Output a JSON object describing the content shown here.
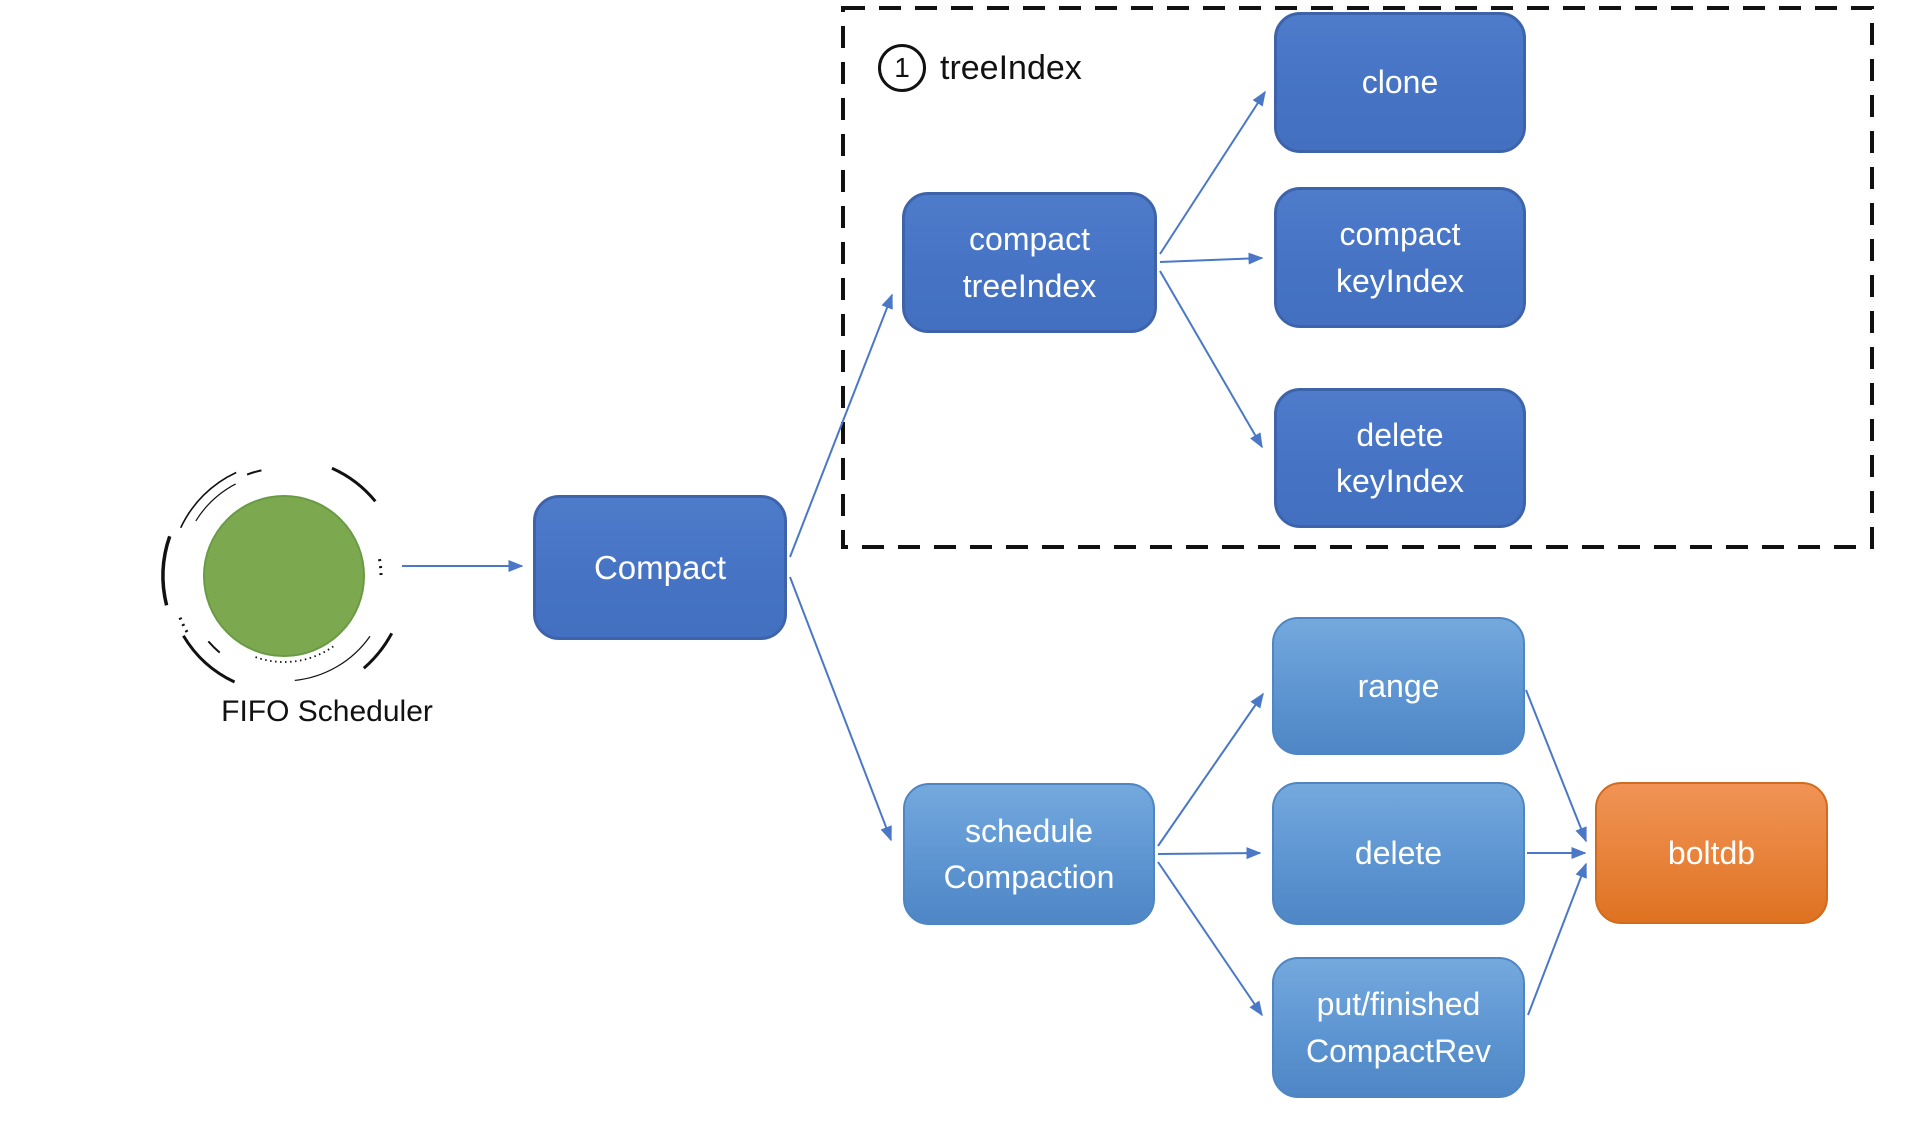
{
  "group": {
    "number": "1",
    "label": "treeIndex"
  },
  "nodes": {
    "fifo": {
      "label": "FIFO Scheduler"
    },
    "compact": {
      "label": "Compact"
    },
    "compact_treeindex": {
      "label": "compact\ntreeIndex"
    },
    "clone": {
      "label": "clone"
    },
    "compact_keyindex": {
      "label": "compact\nkeyIndex"
    },
    "delete_keyindex": {
      "label": "delete\nkeyIndex"
    },
    "schedule_compaction": {
      "label": "schedule\nCompaction"
    },
    "range": {
      "label": "range"
    },
    "delete": {
      "label": "delete"
    },
    "put_finished": {
      "label": "put/finished\nCompactRev"
    },
    "boltdb": {
      "label": "boltdb"
    }
  },
  "edges": [
    {
      "from": "FIFO Scheduler",
      "to": "Compact"
    },
    {
      "from": "Compact",
      "to": "compact treeIndex"
    },
    {
      "from": "Compact",
      "to": "schedule Compaction"
    },
    {
      "from": "compact treeIndex",
      "to": "clone"
    },
    {
      "from": "compact treeIndex",
      "to": "compact keyIndex"
    },
    {
      "from": "compact treeIndex",
      "to": "delete keyIndex"
    },
    {
      "from": "schedule Compaction",
      "to": "range"
    },
    {
      "from": "schedule Compaction",
      "to": "delete"
    },
    {
      "from": "schedule Compaction",
      "to": "put/finished CompactRev"
    },
    {
      "from": "range",
      "to": "boltdb"
    },
    {
      "from": "delete",
      "to": "boltdb"
    },
    {
      "from": "put/finished CompactRev",
      "to": "boltdb"
    }
  ],
  "colors": {
    "dark_blue_fill": "#4673c4",
    "light_blue_fill_top": "#74a9dd",
    "light_blue_fill_bottom": "#4f87c6",
    "orange_fill": "#e8823a",
    "arrow_blue": "#4a78c6",
    "scheduler_green": "#7ca950",
    "group_border": "#111111"
  }
}
